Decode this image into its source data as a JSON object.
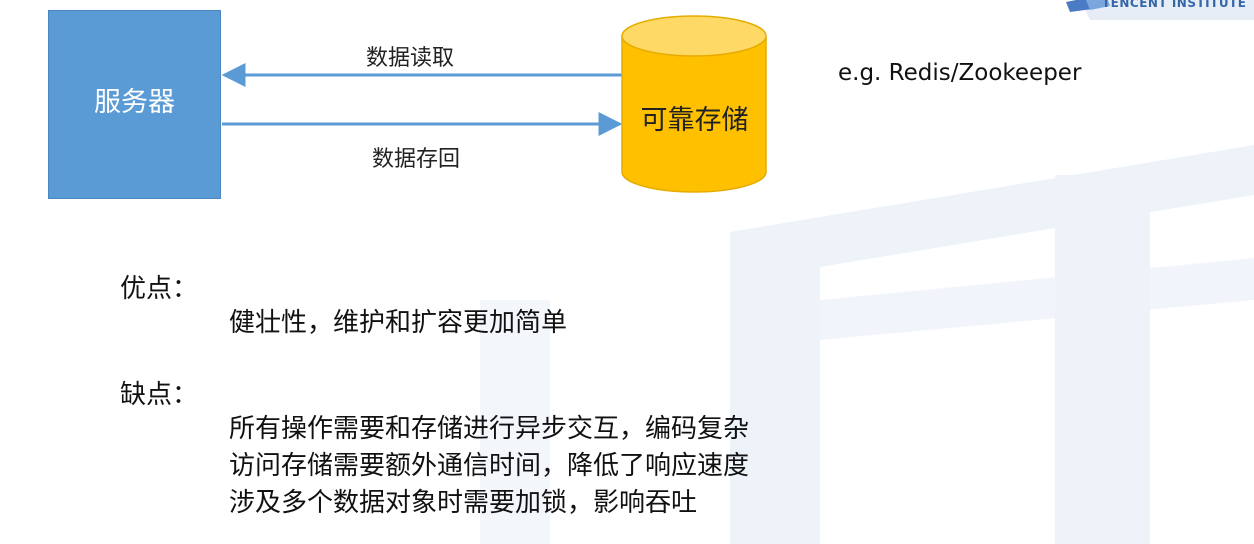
{
  "diagram": {
    "server_label": "服务器",
    "storage_label": "可靠存储",
    "read_label": "数据读取",
    "write_label": "数据存回",
    "example": "e.g. Redis/Zookeeper"
  },
  "pros": {
    "heading": "优点：",
    "text": "健壮性，维护和扩容更加简单"
  },
  "cons": {
    "heading": "缺点：",
    "lines": [
      "所有操作需要和存储进行异步交互，编码复杂",
      "访问存储需要额外通信时间，降低了响应速度",
      "涉及多个数据对象时需要加锁，影响吞吐"
    ]
  },
  "logo": {
    "text": "TENCENT INSTITUTE"
  },
  "colors": {
    "server_fill": "#5b9bd5",
    "storage_fill": "#ffc000",
    "arrow": "#5b9bd5",
    "watermark": "#eef3fa"
  }
}
